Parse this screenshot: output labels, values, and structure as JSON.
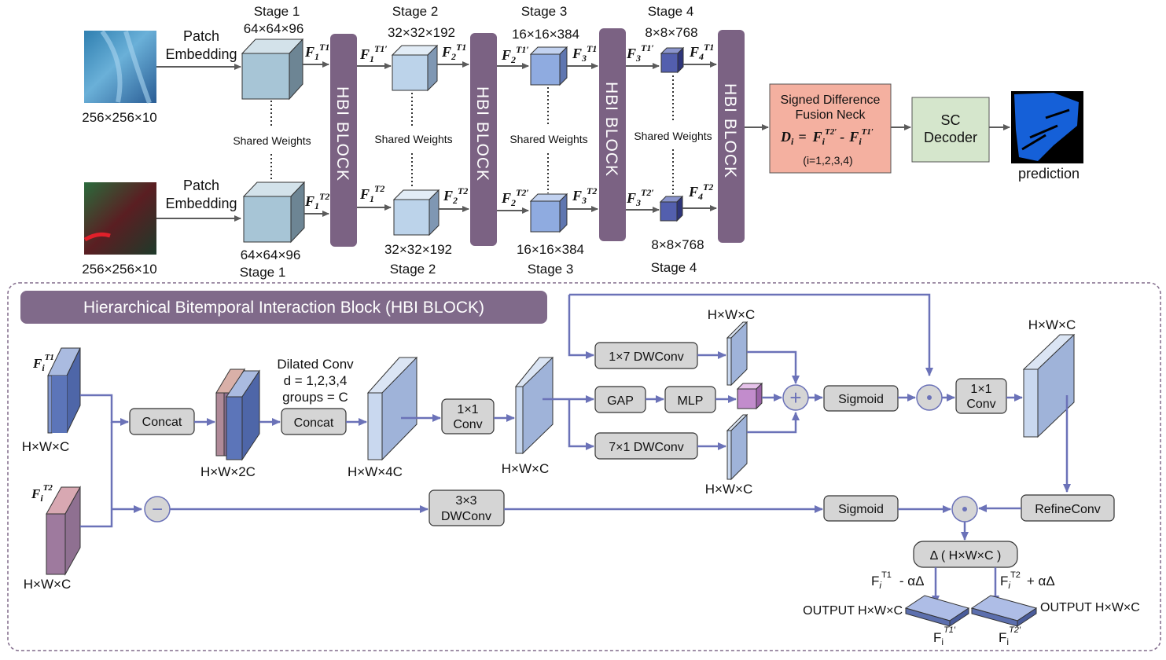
{
  "top": {
    "input_size_top": "256×256×10",
    "input_size_bottom": "256×256×10",
    "patch_label": "Patch",
    "embedding_label": "Embedding",
    "stage1": "Stage 1",
    "stage2": "Stage 2",
    "stage3": "Stage 3",
    "stage4": "Stage 4",
    "dim1": "64×64×96",
    "dim2": "32×32×192",
    "dim3": "16×16×384",
    "dim4": "8×8×768",
    "shared_weights": "Shared Weights",
    "hbi_block": "HBI  BLOCK",
    "f_symbol": "F",
    "t1": "T1",
    "t2": "T2",
    "t1p": "T1′",
    "t2p": "T2′",
    "neck_title_1": "Signed Difference",
    "neck_title_2": "Fusion Neck",
    "neck_eq_d": "D",
    "neck_eq_i": "i",
    "neck_eq_mid": "=",
    "neck_eq_minus": "-",
    "neck_range": "(i=1,2,3,4)",
    "decoder_1": "SC",
    "decoder_2": "Decoder",
    "prediction": "prediction"
  },
  "hbi": {
    "title": "Hierarchical Bitemporal Interaction Block (HBI BLOCK)",
    "concat": "Concat",
    "dilated_1": "Dilated Conv",
    "dilated_2": "d = 1,2,3,4",
    "dilated_3": "groups = C",
    "conv1x1_a": "1×1",
    "conv1x1_b": "Conv",
    "dw17": "1×7 DWConv",
    "dw71": "7×1 DWConv",
    "gap": "GAP",
    "mlp": "MLP",
    "sigmoid": "Sigmoid",
    "dw33_a": "3×3",
    "dw33_b": "DWConv",
    "refine": "RefineConv",
    "delta": "Δ ( H×W×C )",
    "hwc": "H×W×C",
    "hw2c": "H×W×2C",
    "hw4c": "H×W×4C",
    "out_left_formula": "- αΔ",
    "out_right_formula": "+ αΔ",
    "output_left": "OUTPUT H×W×C",
    "output_right": "OUTPUT H×W×C",
    "f_i": "F",
    "sub_i": "i",
    "sup_t1": "T1",
    "sup_t2": "T2",
    "sup_t1p": "T1′",
    "sup_t2p": "T2′",
    "plus": "+",
    "minus": "−",
    "dot": "·"
  },
  "colors": {
    "arrow": "#5b5b5b",
    "blue_arrow": "#6b72b8",
    "hbi_block": "#7b6283",
    "title_bar": "#806a8a",
    "neck": "#f4b0a0",
    "decoder": "#d5e6cc",
    "op_box": "#d5d5d5"
  }
}
